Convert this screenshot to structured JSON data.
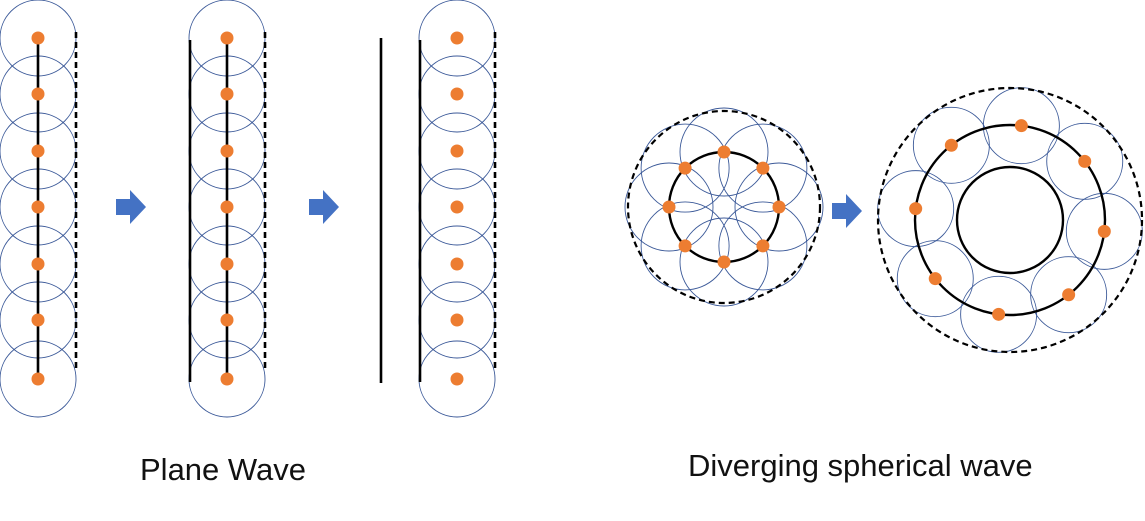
{
  "captions": {
    "plane_wave": "Plane Wave",
    "diverging_spherical_wave": "Diverging spherical wave"
  },
  "colors": {
    "wavelet_stroke": "#3c5a99",
    "point_source": "#ed7d31",
    "arrow": "#4472c4",
    "wavefront": "#000000"
  },
  "plane_wave": {
    "stages": 3,
    "sources_per_column": 7
  },
  "spherical_wave": {
    "stages": 2,
    "sources_small": 8,
    "sources_large": 8
  },
  "icons": {
    "transition_arrow": "right-arrow-icon"
  }
}
